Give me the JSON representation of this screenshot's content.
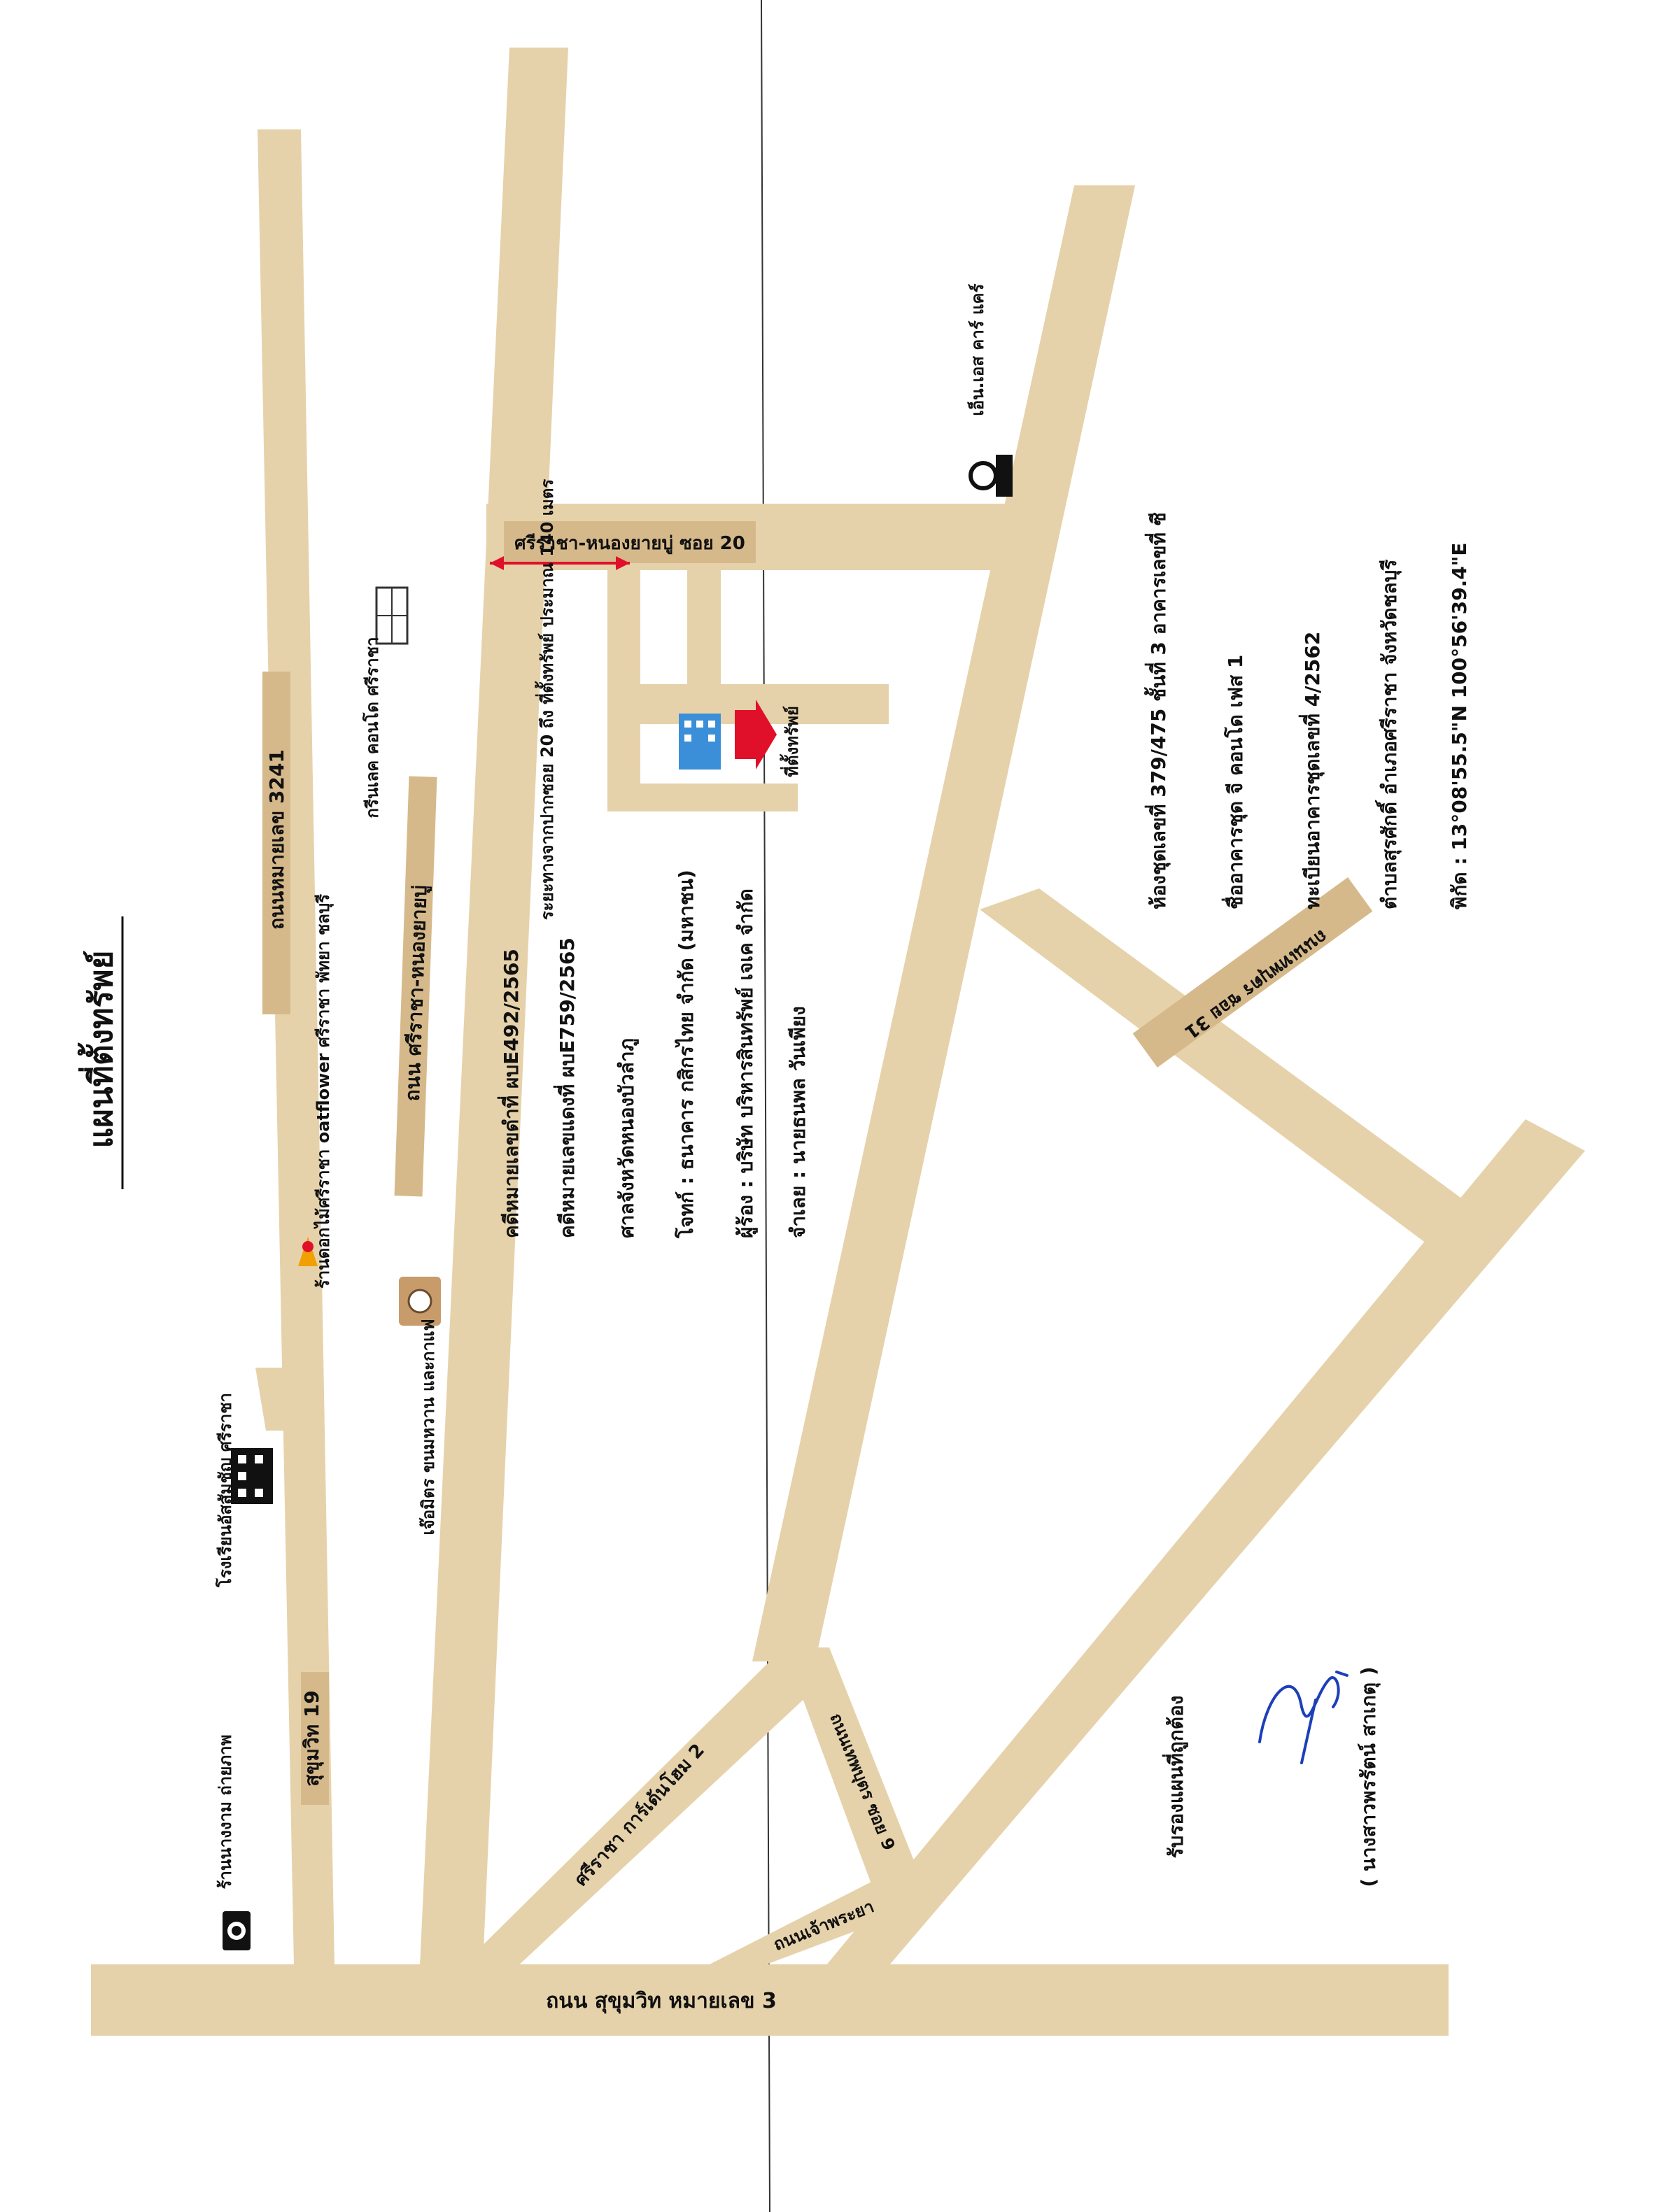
{
  "title": "แผนที่ตั้งทรัพย์",
  "roads": {
    "sukhumvit": "ถนน สุขุมวิท หมายเลข 3",
    "sukhumvit19": "สุขุมวิท 19",
    "road3241": "ถนนหมายเลข 3241",
    "sriracha_nongyai": "ถนน ศรีราชา-หนองยายบู่",
    "soi20": "ศรีราชา-หนองยายบู่ ซอย 20",
    "garden_home": "ศรีราชา การ์เด้นโฮม 2",
    "soi9": "ถนนเทพบุตร ซอย 9",
    "rd_in": "ถนนเจ้าพระยา",
    "soi31": "ถนนเทพบุตร ซอย 31"
  },
  "landmarks": {
    "photo_shop": "ร้านนางงาม ถ่ายภาพ",
    "school": "โรงเรียนอัสสัมชัญ ศรีราชา",
    "oatflower": "ร้านดอกไม้ศรีราชา oatflower ศรีราชา พัทยา ชลบุรี",
    "cafe": "เจ๊อมิตร ขนมหวาน และกาแฟ",
    "condo": "กรีนเลค คอนโด ศรีราชา",
    "ns_car": "เอ็น.เอส คาร์ แคร์",
    "property": "ที่ตั้งทรัพย์"
  },
  "distance_note": "ระยะทางจากปากซอย 20 ถึง ที่ตั้งทรัพย์ ประมาณ 140 เมตร",
  "case_info": [
    "คดีหมายเลขดำที่ ผบE492/2565",
    "คดีหมายเลขแดงที่ ผบE759/2565",
    "ศาลจังหวัดหนองบัวลำภู",
    "โจทก์ : ธนาคาร กสิกรไทย จำกัด (มหาชน)",
    "ผู้ร้อง : บริษัท บริหารสินทรัพย์ เจเค จำกัด",
    "จำเลย : นายธนพล วันเพียง"
  ],
  "property_info": [
    "ห้องชุดเลขที่ 379/475  ชั้นที่ 3  อาคารเลขที่ ซี",
    "ชื่ออาคารชุด จี คอนโด เฟส 1",
    "ทะเบียนอาคารชุดเลขที่  4/2562",
    "ตำบลสุรศักดิ์ อำเภอศรีราชา จังหวัดชลบุรี",
    "พิกัด : 13°08'55.5\"N 100°56'39.4\"E"
  ],
  "certify": "รับรองแผนที่ถูกต้อง",
  "signer": "( นางสาวพรรัตน์ สาเกตุ )",
  "colors": {
    "road": "#e6d2aa",
    "road_label": "#d6b98a",
    "arrow": "#e0102a",
    "distance": "#e0102a",
    "signature": "#1d3fb8"
  }
}
